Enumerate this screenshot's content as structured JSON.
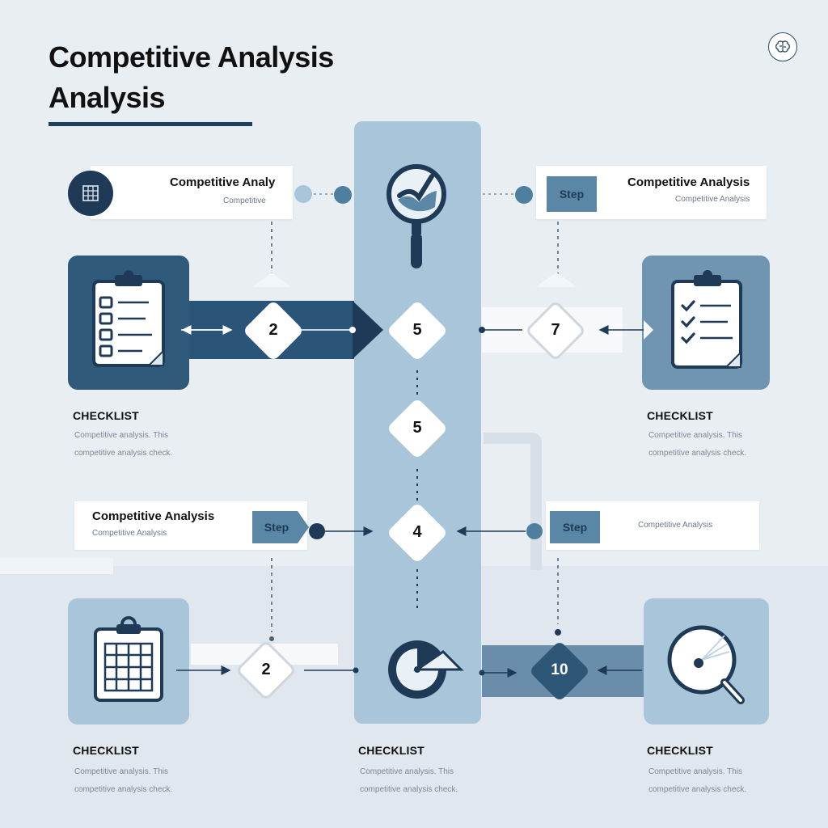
{
  "title": [
    "Competitive Analysis",
    "Analysis"
  ],
  "cards": {
    "top_left": {
      "title": "Competitive Analy",
      "subtitle": "Competitive"
    },
    "top_right": {
      "title": "Competitive Analysis",
      "subtitle": "Competitive Analysis",
      "tag": "Step"
    },
    "mid_left": {
      "title": "Competitive Analysis",
      "subtitle": "Competitive Analysis",
      "tag": "Step"
    },
    "mid_right": {
      "subtitle": "Competitive Analysis",
      "tag": "Step"
    }
  },
  "steps": {
    "left_upper": "2",
    "center_upper": "5",
    "right_upper": "7",
    "center_middle": "5",
    "center_lower": "4",
    "left_lower": "2",
    "right_lower": "10"
  },
  "blocks": {
    "left_upper": {
      "label": "CHECKLIST",
      "desc": [
        "Competitive analysis. This",
        "competitive analysis check."
      ]
    },
    "right_upper": {
      "label": "CHECKLIST",
      "desc": [
        "Competitive analysis. This",
        "competitive analysis check."
      ]
    },
    "left_lower": {
      "label": "CHECKLIST",
      "desc": [
        "Competitive analysis. This",
        "competitive analysis check."
      ]
    },
    "center_lower": {
      "label": "CHECKLIST",
      "desc": [
        "Competitive analysis. This",
        "competitive analysis check."
      ]
    },
    "right_lower": {
      "label": "CHECKLIST",
      "desc": [
        "Competitive analysis. This",
        "competitive analysis check."
      ]
    }
  },
  "icons": {
    "corner": "brain-icon",
    "top_left_card": "grid-icon",
    "spine_top": "magnifier-icon",
    "left_upper_tile": "clipboard-checklist-icon",
    "right_upper_tile": "clipboard-checklist-icon",
    "left_lower_tile": "clipboard-grid-icon",
    "spine_bottom": "pie-chart-icon",
    "right_lower_tile": "magnifier-icon"
  },
  "colors": {
    "navy": "#1e3a57",
    "steel": "#2f5a7c",
    "mid_blue": "#6f95b1",
    "light_blue": "#a9c5d9",
    "background": "#e9eef3"
  }
}
